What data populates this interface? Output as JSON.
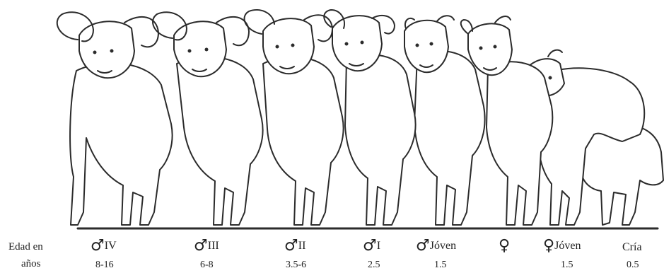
{
  "axis": {
    "label_line1": "Edad en",
    "label_line2": "años"
  },
  "animals": [
    {
      "name": "ram-class-iv",
      "symbol": "♂",
      "class": "IV",
      "age": "8-16"
    },
    {
      "name": "ram-class-iii",
      "symbol": "♂",
      "class": "III",
      "age": "6-8"
    },
    {
      "name": "ram-class-ii",
      "symbol": "♂",
      "class": "II",
      "age": "3.5-6"
    },
    {
      "name": "ram-class-i",
      "symbol": "♂",
      "class": "I",
      "age": "2.5"
    },
    {
      "name": "young-ram",
      "symbol": "♂",
      "class": "Jóven",
      "age": "1.5"
    },
    {
      "name": "ewe",
      "symbol": "♀",
      "class": "",
      "age": ""
    },
    {
      "name": "young-ewe",
      "symbol": "♀",
      "class": "Jóven",
      "age": "1.5"
    },
    {
      "name": "lamb",
      "symbol": "",
      "class": "Cría",
      "age": "0.5"
    }
  ],
  "colors": {
    "ink": "#2b2b2b",
    "paper": "#ffffff"
  }
}
